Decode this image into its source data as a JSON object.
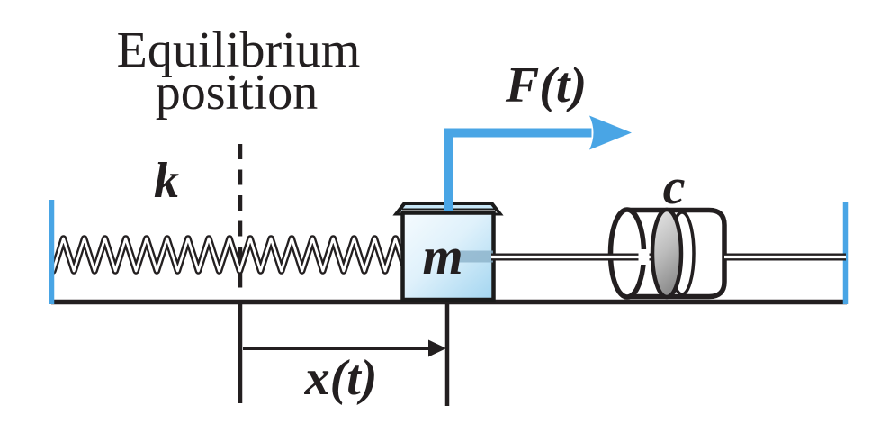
{
  "figure": {
    "title_line1": "Equilibrium",
    "title_line2": "position",
    "labels": {
      "spring": "k",
      "mass": "m",
      "damper": "c",
      "force": "F(t)",
      "displacement": "x(t)"
    },
    "colors": {
      "accent_blue": "#49a5e5",
      "ink": "#231f20",
      "mass_fill_light": "#f2fafe",
      "mass_fill_dark": "#a6d7f0",
      "mass_top_fill": "#c9e7f7",
      "piston_gray_light": "#e6e6e6",
      "piston_gray_dark": "#8f8f8f",
      "rod_overlay": "#8bb1c9"
    }
  }
}
